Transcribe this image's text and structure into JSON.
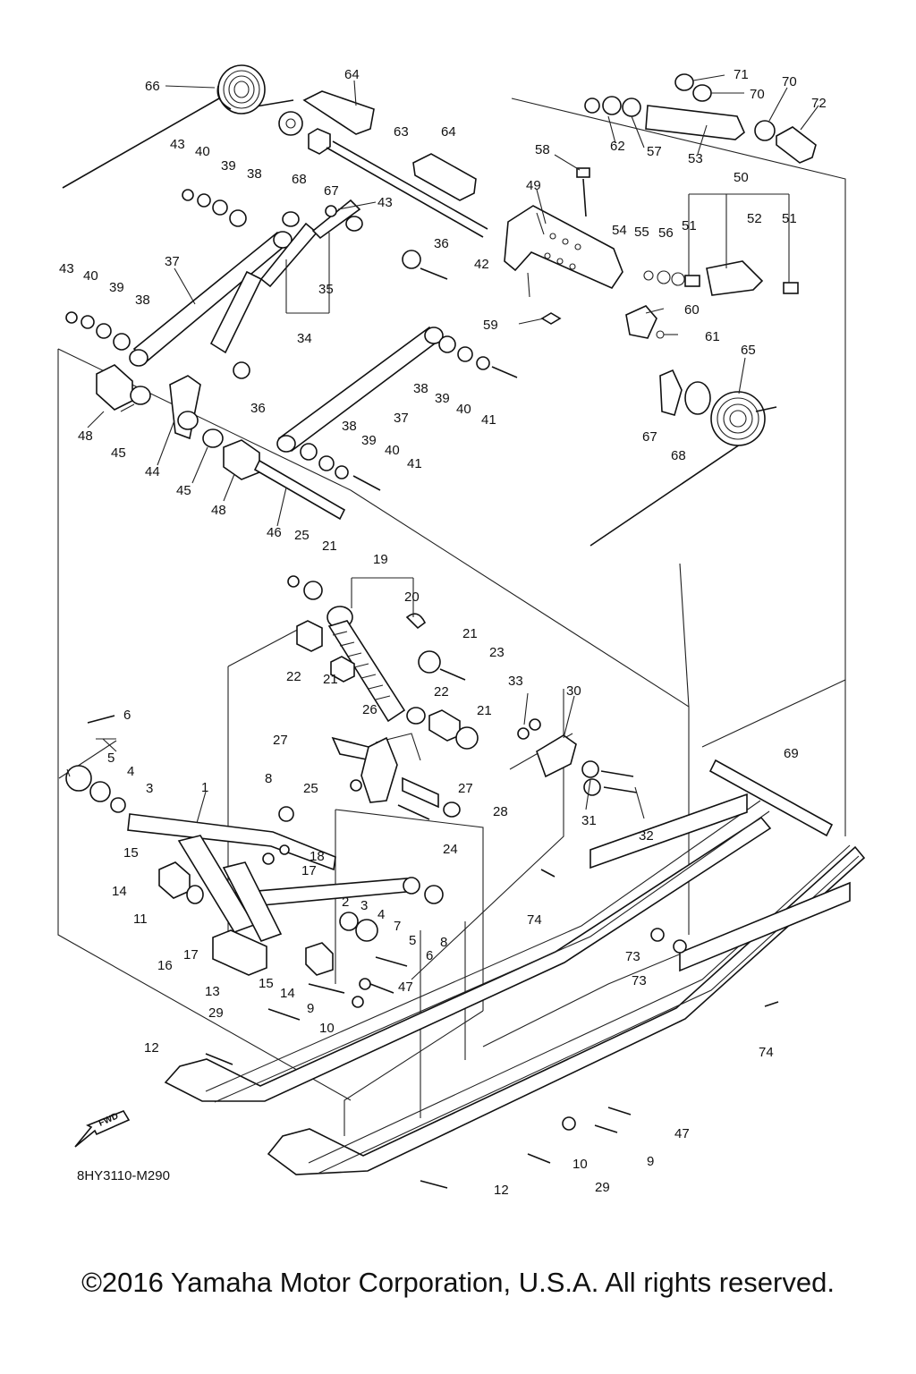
{
  "diagram": {
    "code": "8HY3110-M290",
    "fwd_label": "FWD",
    "callouts": [
      "66",
      "64",
      "71",
      "70",
      "70",
      "72",
      "43",
      "40",
      "39",
      "38",
      "68",
      "63",
      "64",
      "62",
      "57",
      "53",
      "67",
      "58",
      "43",
      "49",
      "50",
      "37",
      "36",
      "42",
      "54",
      "55",
      "56",
      "51",
      "52",
      "51",
      "43",
      "40",
      "39",
      "38",
      "35",
      "34",
      "59",
      "60",
      "61",
      "36",
      "38",
      "39",
      "40",
      "41",
      "65",
      "48",
      "45",
      "44",
      "37",
      "67",
      "68",
      "38",
      "39",
      "40",
      "41",
      "45",
      "48",
      "46",
      "25",
      "21",
      "19",
      "20",
      "21",
      "23",
      "22",
      "21",
      "22",
      "33",
      "30",
      "21",
      "6",
      "5",
      "4",
      "3",
      "1",
      "27",
      "26",
      "25",
      "27",
      "28",
      "69",
      "8",
      "24",
      "31",
      "32",
      "15",
      "18",
      "17",
      "14",
      "11",
      "2",
      "3",
      "4",
      "7",
      "8",
      "74",
      "5",
      "6",
      "73",
      "73",
      "16",
      "17",
      "13",
      "15",
      "14",
      "9",
      "47",
      "29",
      "10",
      "12",
      "74",
      "47",
      "10",
      "9",
      "29",
      "12"
    ],
    "copyright": "©2016 Yamaha Motor Corporation, U.S.A. All rights reserved."
  }
}
